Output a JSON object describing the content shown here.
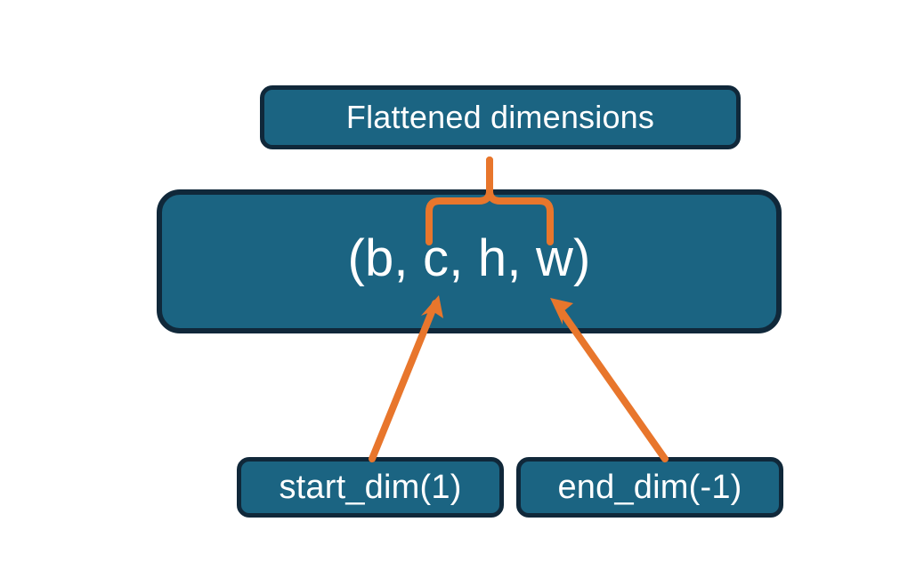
{
  "diagram": {
    "title_box": {
      "label": "Flattened dimensions",
      "name": "flattened-dimensions-box"
    },
    "shape_box": {
      "label": "(b, c, h, w)",
      "name": "tensor-shape-box",
      "dims": [
        "b",
        "c",
        "h",
        "w"
      ]
    },
    "argument_boxes": [
      {
        "label": "start_dim(1)",
        "name": "start-dim-box",
        "value": 1
      },
      {
        "label": "end_dim(-1)",
        "name": "end-dim-box",
        "value": -1
      }
    ],
    "annotations": {
      "brace": "curly-brace-spanning-c-h-w",
      "arrow_start_dim": "arrow-from-start-dim-to-c",
      "arrow_end_dim": "arrow-from-end-dim-to-w"
    },
    "colors": {
      "box_fill": "#1b6482",
      "box_border": "#10283a",
      "text": "#ffffff",
      "accent": "#e8762c",
      "background": "#ffffff"
    }
  }
}
